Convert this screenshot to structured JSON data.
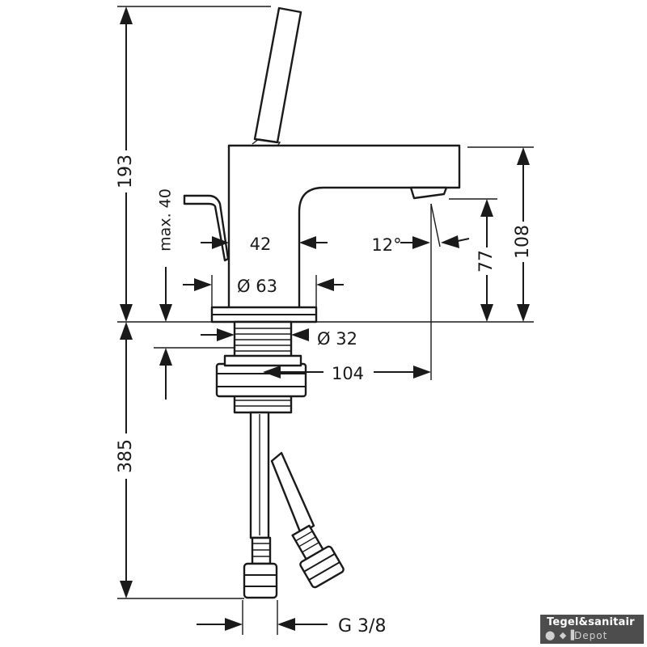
{
  "dimensions": {
    "total_height_above_deck": "193",
    "handle_max": "max. 40",
    "spout_width": "42",
    "base_diameter": "Ø 63",
    "spout_angle": "12°",
    "outlet_height": "77",
    "spout_top_height": "108",
    "mounting_hole": "Ø 32",
    "spout_reach": "104",
    "hose_length": "385",
    "connection_thread": "G 3/8"
  },
  "watermark": {
    "brand": "Tegel&sanitair",
    "sub": "Depot",
    "glyphs": "⬤ ◆ ▌"
  }
}
